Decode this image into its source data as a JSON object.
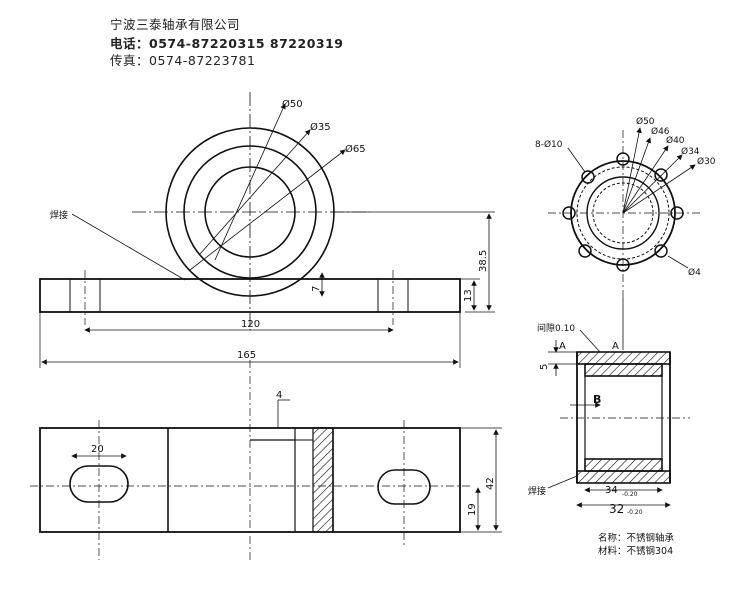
{
  "header": {
    "company": "宁波三泰轴承有限公司",
    "tel": "电话：0574-87220315 87220319",
    "fax": "传真：0574-87223781"
  },
  "front_view": {
    "d_outer": "Ø65",
    "d_mid": "Ø50",
    "d_inner": "Ø35",
    "weld": "焊接",
    "dim_height": "38.5",
    "dim_base": "13",
    "dim_gap": "7",
    "dim_holes": "120",
    "dim_length": "165"
  },
  "plan_view": {
    "dim_slot": "20",
    "dim_wall": "4",
    "dim_width": "42",
    "dim_offset": "19"
  },
  "side_view": {
    "holes": "8-Ø10",
    "d50": "Ø50",
    "d46": "Ø46",
    "d40": "Ø40",
    "d34": "Ø34",
    "d30": "Ø30",
    "d4": "Ø4"
  },
  "section_view": {
    "clearance": "间隙0.10",
    "label_a": "A",
    "label_5": "5",
    "label_b": "B",
    "weld": "焊接",
    "d34": "34",
    "d34_tol": "-0.20",
    "d32": "32",
    "d32_tol": "-0.20"
  },
  "info": {
    "name": "名称：不锈钢轴承",
    "material": "材料：不锈钢304"
  }
}
